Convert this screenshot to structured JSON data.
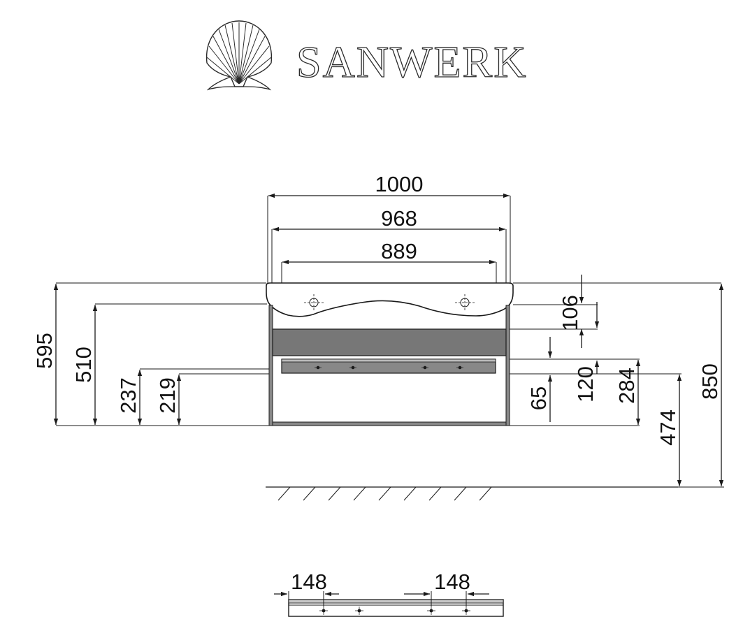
{
  "brand": {
    "name": "SANWERK",
    "logo_icon": "scallop-shell-icon"
  },
  "colors": {
    "line": "#1a1a1a",
    "panel": "#777777",
    "background": "#ffffff"
  },
  "dimensions": {
    "overall_width": "1000",
    "inner_width": "968",
    "basin_width": "889",
    "countertop_height": "595",
    "basin_top_height": "510",
    "drawer_top_height": "237",
    "drawer_bottom_height": "219",
    "top_thickness": "106",
    "drawer_thickness": "65",
    "top_gap": "120",
    "cabinet_height": "284",
    "floor_clearance": "474",
    "total_height": "850"
  },
  "detail": {
    "left_spacing": "148",
    "right_spacing": "148"
  }
}
